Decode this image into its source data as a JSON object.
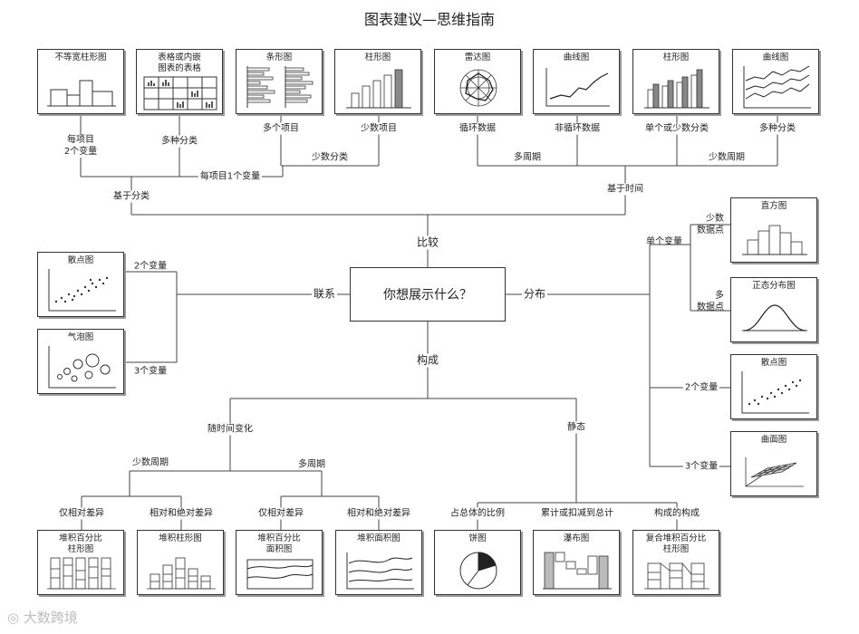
{
  "title": "图表建议—思维指南",
  "center": "你想展示什么？",
  "watermark": "大数跨境",
  "branches": {
    "comparison": "比较",
    "relation": "联系",
    "distribution": "分布",
    "composition": "构成"
  },
  "labels": {
    "per_item_two_vars": "每项目\n2个变量",
    "many_categories": "多种分类",
    "many_items": "多个项目",
    "few_items": "少数项目",
    "few_categories": "少数分类",
    "per_item_one_var": "每项目1个变量",
    "category_based": "基于分类",
    "cyclic_data": "循环数据",
    "non_cyclic_data": "非循环数据",
    "single_or_few_categories": "单个或少数分类",
    "many_categories_2": "多种分类",
    "many_periods": "多周期",
    "few_periods": "少数周期",
    "time_based": "基于时间",
    "two_vars_rel": "2个变量",
    "three_vars_rel": "3个变量",
    "single_var": "单个变量",
    "few_data_points": "少数\n数据点",
    "many_data_points": "多\n数据点",
    "two_vars_dist": "2个变量",
    "three_vars_dist": "3个变量",
    "over_time": "随时间变化",
    "static": "静态",
    "few_periods_comp": "少数周期",
    "many_periods_comp": "多周期",
    "relative_only_1": "仅相对差异",
    "rel_abs_1": "相对和绝对差异",
    "relative_only_2": "仅相对差异",
    "rel_abs_2": "相对和绝对差异",
    "share_of_total": "占总体的比例",
    "accumulate": "累计或扣减到总计",
    "component_of_component": "构成的构成"
  },
  "cards": {
    "variable_width_column": "不等宽柱形图",
    "table_embedded": "表格或内嵌\n图表的表格",
    "bar_many": "条形图",
    "column_few": "柱形图",
    "radar": "雷达图",
    "line_noncyclic": "曲线图",
    "column_time": "柱形图",
    "line_time": "曲线图",
    "scatter_rel": "散点图",
    "bubble": "气泡图",
    "histogram": "直方图",
    "normal_dist": "正态分布图",
    "scatter_dist": "散点图",
    "surface": "曲面图",
    "stacked_pct_column": "堆积百分比\n柱形图",
    "stacked_column": "堆积柱形图",
    "stacked_pct_area": "堆积百分比\n面积图",
    "stacked_area": "堆积面积图",
    "pie": "饼图",
    "waterfall": "瀑布图",
    "stacked_pct_column_sub": "复合堆积百分比\n柱形图"
  }
}
